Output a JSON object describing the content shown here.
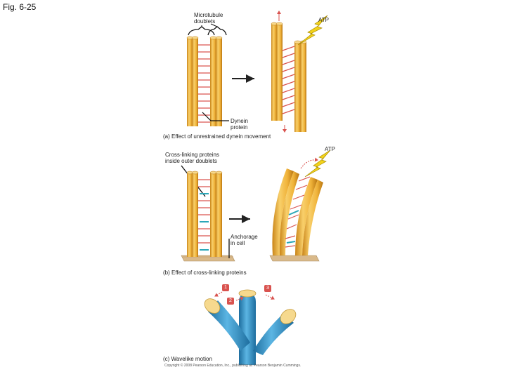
{
  "figure_label": "Fig. 6-25",
  "panel_a": {
    "label_microtubule": "Microtubule\ndoublets",
    "label_dynein": "Dynein\nprotein",
    "label_atp": "ATP",
    "caption": "(a) Effect of unrestrained dynein movement"
  },
  "panel_b": {
    "label_crosslink": "Cross-linking proteins\ninside outer doublets",
    "label_anchorage": "Anchorage\nin cell",
    "label_atp": "ATP",
    "caption": "(b) Effect of cross-linking proteins"
  },
  "panel_c": {
    "steps": [
      "1",
      "2",
      "3"
    ],
    "caption": "(c) Wavelike motion"
  },
  "copyright": "Copyright © 2008 Pearson Education, Inc., publishing as Pearson Benjamin Cummings.",
  "colors": {
    "tubule": "#f0b33a",
    "tubule_dark": "#c47f14",
    "dynein": "#d9534f",
    "crosslink": "#2aa7b8",
    "atp_bolt": "#f2d21b",
    "base": "#d9b98a",
    "flagellum_blue": "#2f8fc4"
  }
}
